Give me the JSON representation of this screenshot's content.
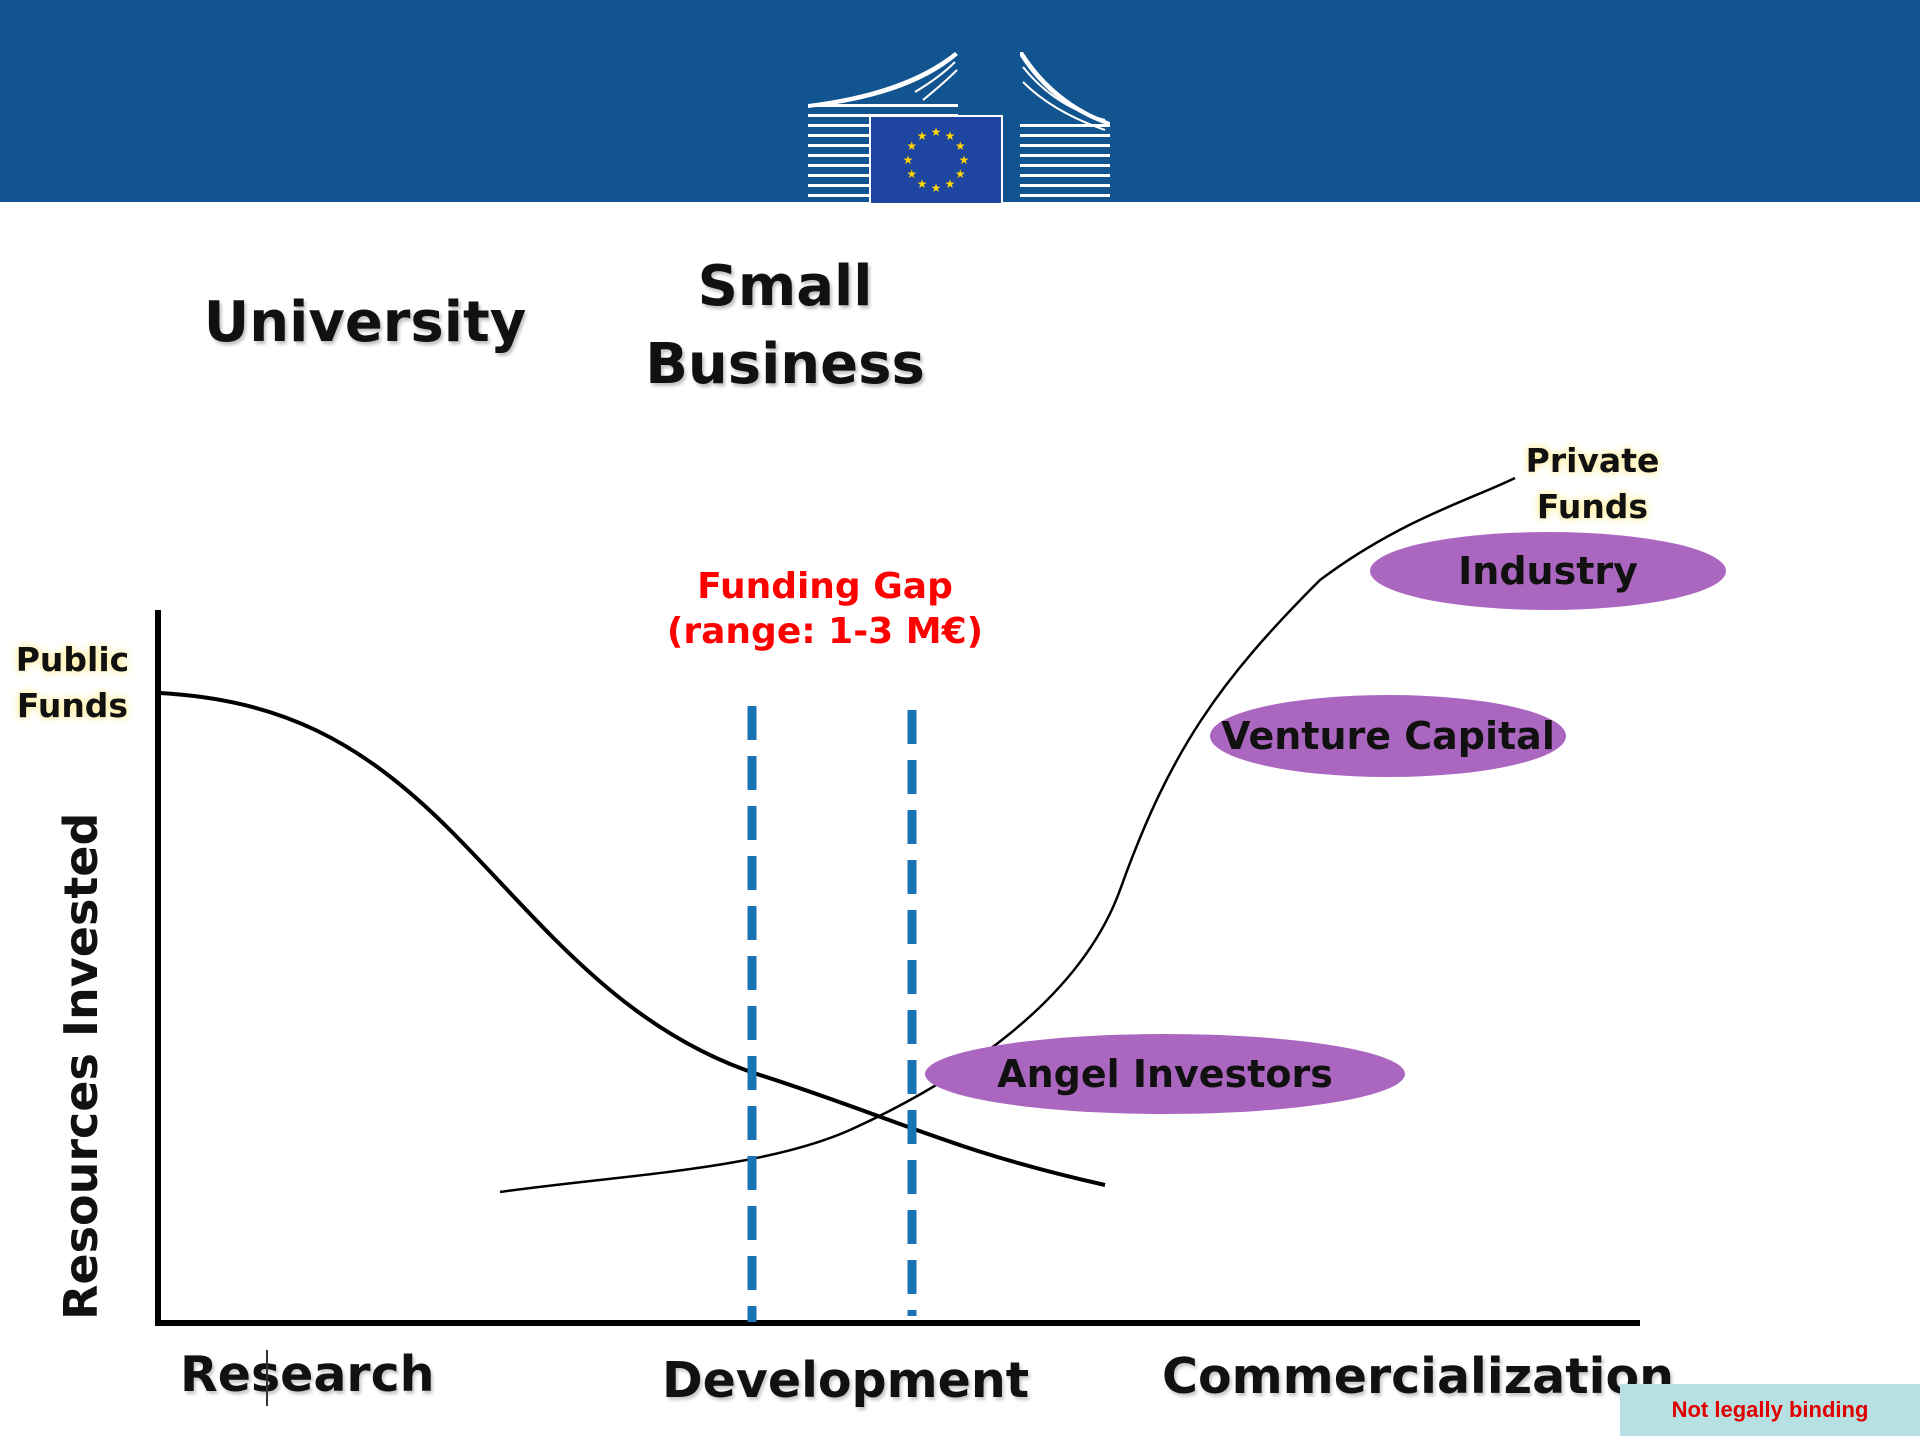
{
  "header": {
    "background": "#11548f",
    "logo": "european-commission-logo",
    "flag_color": "#1e45a0",
    "star_color": "#ffd400"
  },
  "stages_top": {
    "university": "University",
    "small_business": [
      "Small",
      "Business"
    ]
  },
  "funding_gap": {
    "line1": "Funding Gap",
    "line2": "(range: 1-3 M€)",
    "color": "#ff0000"
  },
  "y_axis": {
    "title": "Resources Invested",
    "top_left_label": [
      "Public",
      "Funds"
    ],
    "top_right_label": [
      "Private",
      "Funds"
    ]
  },
  "x_axis": {
    "stages": [
      "Research",
      "Development",
      "Commercialization"
    ]
  },
  "investors": {
    "industry": "Industry",
    "venture_capital": "Venture Capital",
    "angel_investors": "Angel Investors",
    "ellipse_color": "#ab67c0"
  },
  "gap_line_color": "#1a73b5",
  "badge": {
    "text": "Not legally binding",
    "background": "#b7e0e2",
    "color": "#e00000"
  }
}
